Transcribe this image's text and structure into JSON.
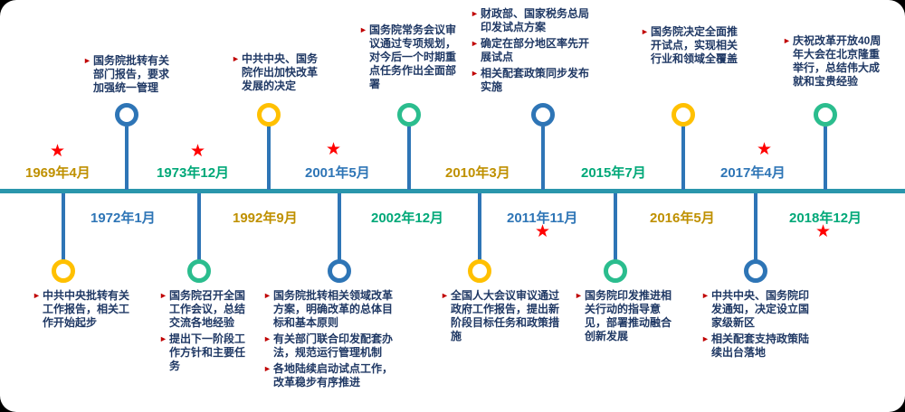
{
  "icons": {
    "star": "★",
    "bullet": "►"
  },
  "colors": {
    "axis": "#2A96AC",
    "stem": "#2E75B6",
    "node_gold": "#FFC000",
    "node_blue": "#2E75B6",
    "node_teal": "#2BBD8E",
    "date_gold": "#BF9000",
    "date_blue": "#2E75B6",
    "date_teal": "#00A878",
    "body_text": "#1F3864",
    "star_red": "#FF0000"
  },
  "timeline": {
    "events": [
      {
        "date": "1969年4月",
        "color": "gold",
        "side": "below",
        "star": true,
        "bullets": [
          "中共中央批转有关工作报告，相关工作开始起步"
        ]
      },
      {
        "date": "1972年1月",
        "color": "blue",
        "side": "above",
        "star": false,
        "bullets": [
          "国务院批转有关部门报告，要求加强统一管理"
        ]
      },
      {
        "date": "1973年12月",
        "color": "teal",
        "side": "below",
        "star": true,
        "bullets": [
          "国务院召开全国工作会议，总结交流各地经验",
          "提出下一阶段工作方针和主要任务"
        ]
      },
      {
        "date": "1992年9月",
        "color": "gold",
        "side": "above",
        "star": false,
        "bullets": [
          "中共中央、国务院作出加快改革发展的决定"
        ]
      },
      {
        "date": "2001年5月",
        "color": "blue",
        "side": "below",
        "star": true,
        "bullets": [
          "国务院批转相关领域改革方案，明确改革的总体目标和基本原则",
          "有关部门联合印发配套办法，规范运行管理机制",
          "各地陆续启动试点工作，改革稳步有序推进"
        ]
      },
      {
        "date": "2002年12月",
        "color": "teal",
        "side": "above",
        "star": false,
        "bullets": [
          "国务院常务会议审议通过专项规划，对今后一个时期重点任务作出全面部署"
        ]
      },
      {
        "date": "2010年3月",
        "color": "gold",
        "side": "below",
        "star": false,
        "bullets": [
          "全国人大会议审议通过政府工作报告，提出新阶段目标任务和政策措施"
        ]
      },
      {
        "date": "2011年11月",
        "color": "blue",
        "side": "above",
        "star": true,
        "bullets": [
          "财政部、国家税务总局印发试点方案",
          "确定在部分地区率先开展试点",
          "相关配套政策同步发布实施"
        ]
      },
      {
        "date": "2015年7月",
        "color": "teal",
        "side": "below",
        "star": false,
        "bullets": [
          "国务院印发推进相关行动的指导意见，部署推动融合创新发展"
        ]
      },
      {
        "date": "2016年5月",
        "color": "gold",
        "side": "above",
        "star": false,
        "bullets": [
          "国务院决定全面推开试点，实现相关行业和领域全覆盖"
        ]
      },
      {
        "date": "2017年4月",
        "color": "blue",
        "side": "below",
        "star": true,
        "bullets": [
          "中共中央、国务院印发通知，决定设立国家级新区",
          "相关配套支持政策陆续出台落地"
        ]
      },
      {
        "date": "2018年12月",
        "color": "teal",
        "side": "above",
        "star": true,
        "bullets": [
          "庆祝改革开放40周年大会在北京隆重举行，总结伟大成就和宝贵经验"
        ]
      }
    ]
  }
}
